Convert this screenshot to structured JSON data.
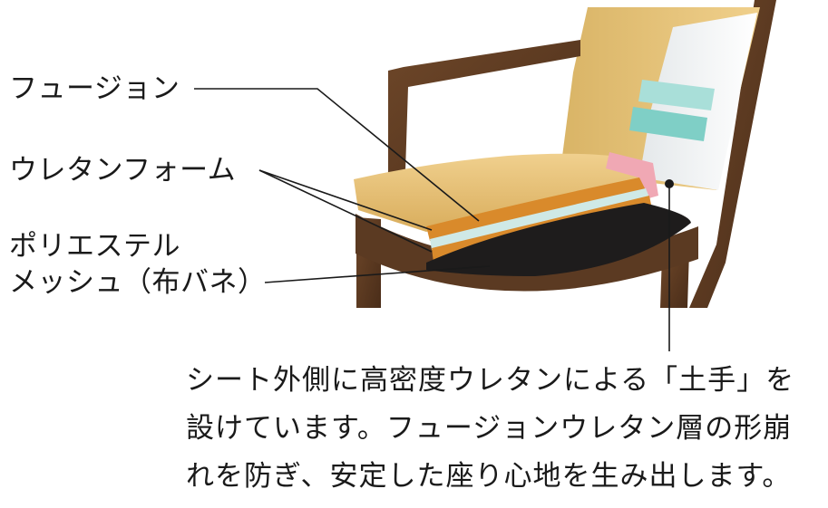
{
  "labels": {
    "fusion": "フュージョン",
    "urethane_foam": "ウレタンフォーム",
    "polyester": "ポリエステル",
    "mesh": "メッシュ（布バネ）"
  },
  "caption": {
    "line1": "シート外側に高密度ウレタンによる「土手」を",
    "line2": "設けています。フュージョンウレタン層の形崩",
    "line3": "れを防ぎ、安定した座り心地を生み出します。"
  },
  "colors": {
    "wood_frame": "#5b3a22",
    "seat_beige": "#e8c477",
    "fusion_orange": "#d98a2b",
    "urethane_light": "#cfe9e6",
    "mesh_black": "#1e1c1c",
    "embankment_pink": "#f0a8b4",
    "leader_line": "#1a1a1a"
  }
}
